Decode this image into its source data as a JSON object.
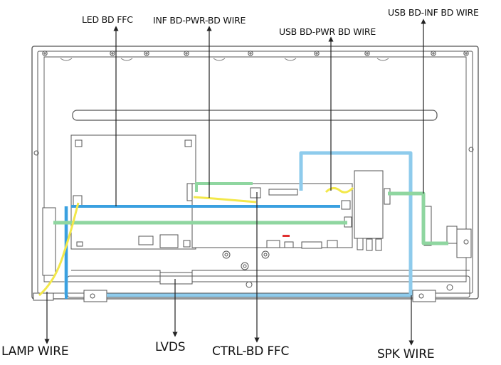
{
  "labels": {
    "led_bd_ffc": "LED BD FFC",
    "inf_bd_pwr_bd_wire": "INF BD-PWR-BD WIRE",
    "usb_bd_pwr_bd_wire": "USB BD-PWR BD WIRE",
    "usb_bd_inf_bd_wire": "USB BD-INF BD WIRE",
    "lamp_wire": "LAMP WIRE",
    "lvds": "LVDS",
    "ctrl_bd_ffc": "CTRL-BD FFC",
    "spk_wire": "SPK WIRE"
  },
  "colors": {
    "outline": "#555555",
    "fill": "#ffffff",
    "blue_cable": "#3aa0e0",
    "light_blue_cable": "#8ecbec",
    "green_cable": "#8fd6a0",
    "yellow_cable": "#f3e84a",
    "red_mark": "#e03030",
    "callout_line": "#222222"
  }
}
